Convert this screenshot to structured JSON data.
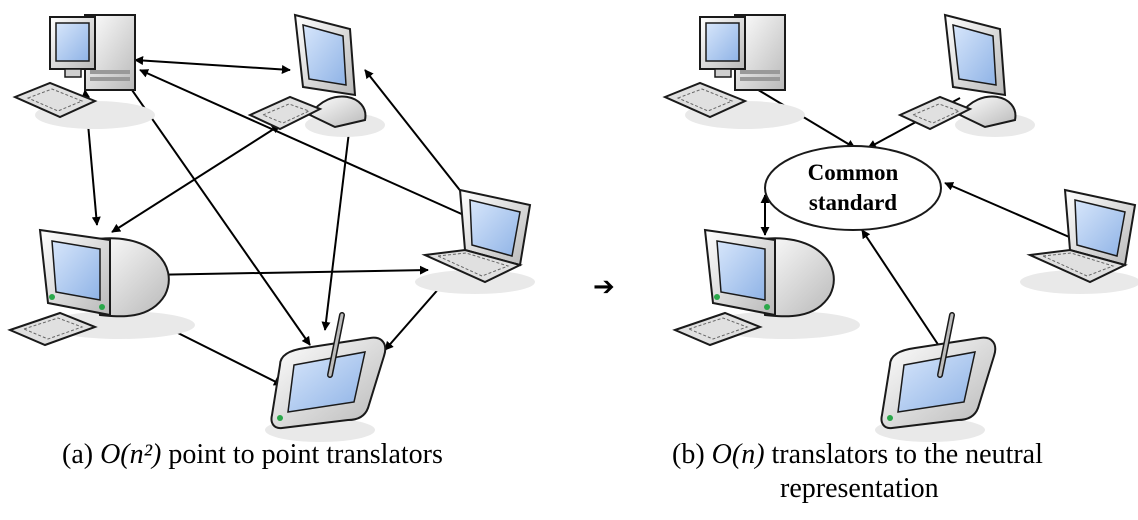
{
  "diagram": {
    "panel_a": {
      "caption_label": "(a)",
      "caption_math": "O(n²)",
      "caption_rest": "point to point translators",
      "nodes": [
        "desktop-tower",
        "crt-monitor-top",
        "crt-monitor-left",
        "laptop",
        "tablet"
      ]
    },
    "transition_arrow": "➔",
    "panel_b": {
      "caption_label": "(b)",
      "caption_math": "O(n)",
      "caption_rest_line1": "translators to the neutral",
      "caption_rest_line2": "representation",
      "hub_line1": "Common",
      "hub_line2": "standard",
      "nodes": [
        "desktop-tower",
        "crt-monitor-top",
        "crt-monitor-left",
        "laptop",
        "tablet"
      ]
    },
    "colors": {
      "screen": "#a9c7f0",
      "body": "#e6e6e6",
      "outline": "#1a1a1a",
      "arrow": "#000000",
      "led": "#2aa84a"
    }
  }
}
